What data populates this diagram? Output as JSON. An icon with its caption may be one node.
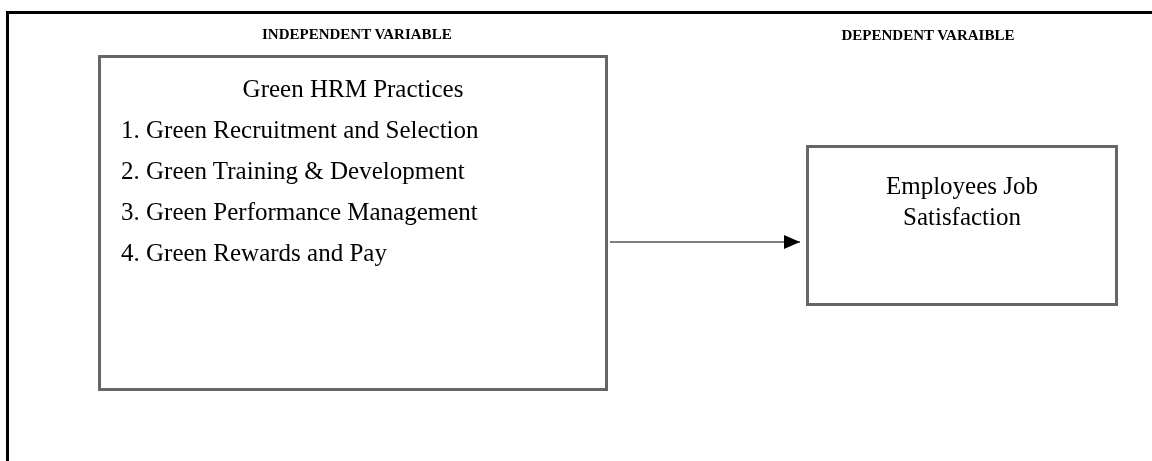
{
  "diagram": {
    "nodes": [
      {
        "text": [
          "Green HRM Practices",
          "1. Green Recruitment and Selection",
          "2. Green Training & Development",
          "3. Green Performance Management",
          "4. Green Rewards and Pay"
        ]
      },
      {
        "text": [
          "Employees Job Satisfaction"
        ]
      }
    ],
    "edges": [
      {
        "from": 0,
        "to": 1,
        "arrow": "to"
      }
    ],
    "labels": [
      "INDEPENDENT VARIABLE",
      "DEPENDENT VARAIBLE"
    ]
  }
}
